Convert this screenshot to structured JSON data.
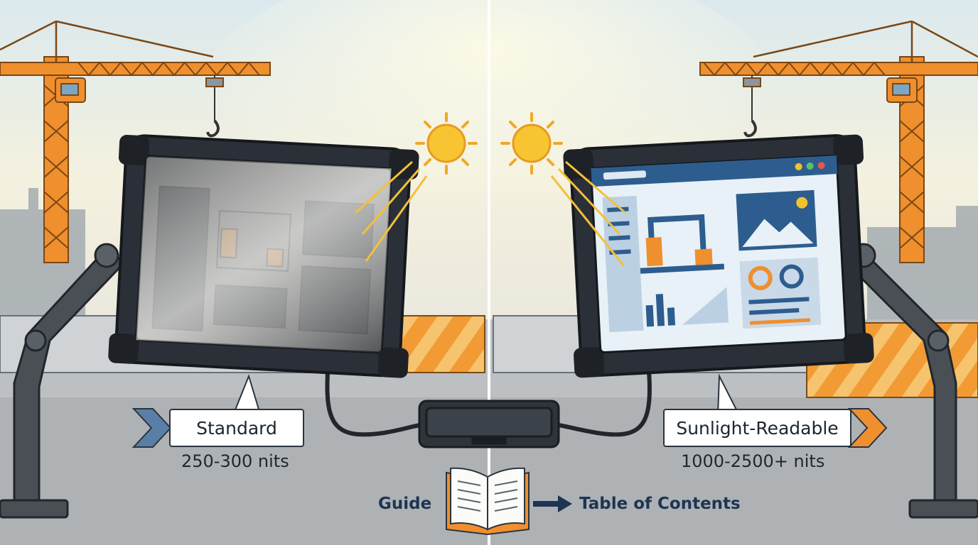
{
  "left_panel": {
    "name": "Standard",
    "brightness": "250-300 nits"
  },
  "right_panel": {
    "name": "Sunlight-Readable",
    "brightness": "1000-2500+ nits"
  },
  "footer": {
    "guide_label": "Guide",
    "toc_label": "Table of Contents"
  },
  "colors": {
    "sky_top": "#e6f0f2",
    "sky_bottom": "#f6efd9",
    "crane_orange": "#ef8f2e",
    "ground": "#b9bcbf",
    "tablet_frame": "#2b3038",
    "screen_dim": "#5b5e60",
    "screen_bright": "#e7f0f6",
    "accent_blue": "#2d5d8e",
    "chevron_blue": "#5a7fa6",
    "chevron_orange": "#ef8f2e",
    "sun": "#f7c531"
  },
  "icons": [
    "sun-icon",
    "book-icon",
    "arrow-right-icon",
    "chevron-right-icon",
    "crane-icon"
  ]
}
